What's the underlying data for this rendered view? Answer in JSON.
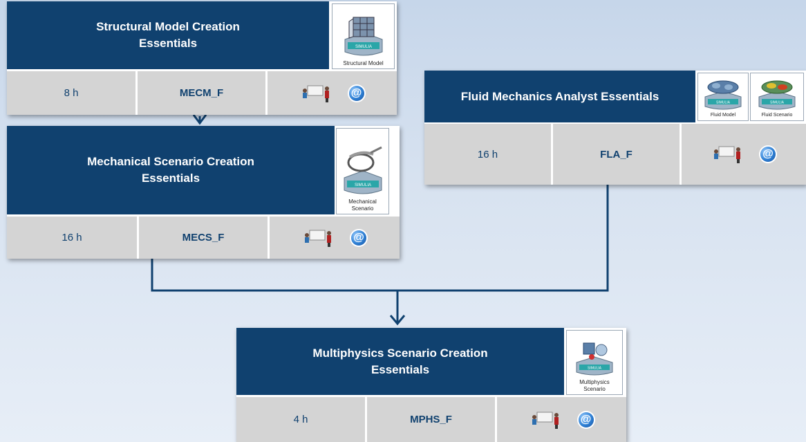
{
  "courses": [
    {
      "id": "structural",
      "title": "Structural Model Creation Essentials",
      "duration": "8 h",
      "code": "MECM_F",
      "thumbnails": [
        {
          "icon": "structural-model-icon",
          "brand": "SIMULIA",
          "caption": "Structural Model"
        }
      ]
    },
    {
      "id": "mechanical",
      "title": "Mechanical Scenario Creation Essentials",
      "duration": "16 h",
      "code": "MECS_F",
      "thumbnails": [
        {
          "icon": "mechanical-scenario-icon",
          "brand": "SIMULIA",
          "caption": "Mechanical Scenario"
        }
      ]
    },
    {
      "id": "fluid",
      "title": "Fluid Mechanics Analyst Essentials",
      "duration": "16 h",
      "code": "FLA_F",
      "thumbnails": [
        {
          "icon": "fluid-model-icon",
          "brand": "SIMULIA",
          "caption": "Fluid Model"
        },
        {
          "icon": "fluid-scenario-icon",
          "brand": "SIMULIA",
          "caption": "Fluid Scenario"
        }
      ]
    },
    {
      "id": "multiphysics",
      "title": "Multiphysics Scenario Creation Essentials",
      "duration": "4 h",
      "code": "MPHS_F",
      "thumbnails": [
        {
          "icon": "multiphysics-scenario-icon",
          "brand": "SIMULIA",
          "caption": "Multiphysics Scenario"
        }
      ]
    }
  ],
  "delivery_icons": [
    "classroom-trainer-icon",
    "online-at-icon"
  ],
  "online_symbol": "@",
  "colors": {
    "header": "#10416f",
    "cell": "#d4d4d4",
    "text_dark": "#10416f",
    "connector": "#10416f"
  }
}
